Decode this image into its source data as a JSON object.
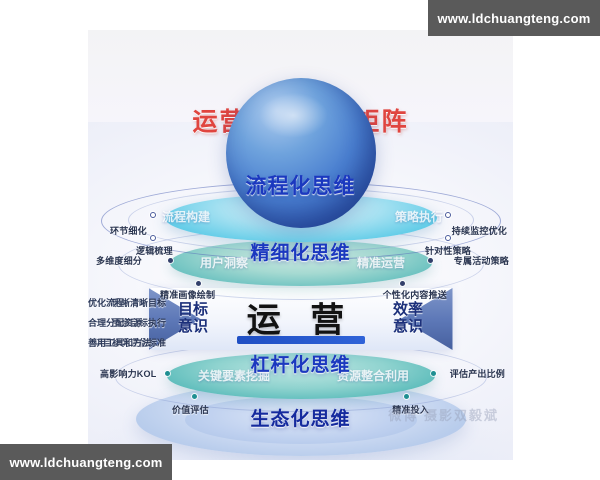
{
  "watermarks": {
    "top_right": "www.ldchuangteng.com",
    "bottom_left": "www.ldchuangteng.com",
    "ghost": "微博 摄影双毅斌"
  },
  "title": "运营管理框架矩阵",
  "center": {
    "word": "运 营",
    "left_axis": "目标\n意识",
    "left_axis_line1": "目标",
    "left_axis_line2": "意识",
    "right_axis_line1": "效率",
    "right_axis_line2": "意识",
    "left_points": [
      "明晰清晰目标",
      "围绕目标执行",
      "以目标为评估标准"
    ],
    "right_points": [
      "优化流程",
      "合理分配资源",
      "善用工具和方法"
    ]
  },
  "layers": [
    {
      "id": "process",
      "title": "流程化思维",
      "ring_left": "流程构建",
      "ring_right": "策略执行",
      "outer_left_upper": "环节细化",
      "outer_left_lower": "逻辑梳理",
      "outer_right_upper": "持续监控优化",
      "outer_right_lower": "针对性策略"
    },
    {
      "id": "refined",
      "title": "精细化思维",
      "ring_left": "用户洞察",
      "ring_right": "精准运营",
      "outer_left_upper": "多维度细分",
      "outer_left_lower": "精准画像绘制",
      "outer_right_upper": "专属活动策略",
      "outer_right_lower": "个性化内容推送"
    },
    {
      "id": "leverage",
      "title": "杠杆化思维",
      "ring_left": "关键要素挖掘",
      "ring_right": "资源整合利用",
      "outer_left_upper": "高影响力KOL",
      "outer_left_lower": "价值评估",
      "outer_right_upper": "评估产出比例",
      "outer_right_lower": "精准投入"
    },
    {
      "id": "ecology",
      "title": "生态化思维",
      "ring_left": "",
      "ring_right": "",
      "outer_left_upper": "",
      "outer_left_lower": "",
      "outer_right_upper": "",
      "outer_right_lower": ""
    }
  ],
  "colors": {
    "title_red": "#e0453f",
    "layer_blue": "#1b38bf",
    "dome_blue": "#4a7fd0",
    "teal": "#3fb3ad",
    "watermark_bg": "#5a5a5a",
    "panel_bg": "#f4f5fb"
  }
}
